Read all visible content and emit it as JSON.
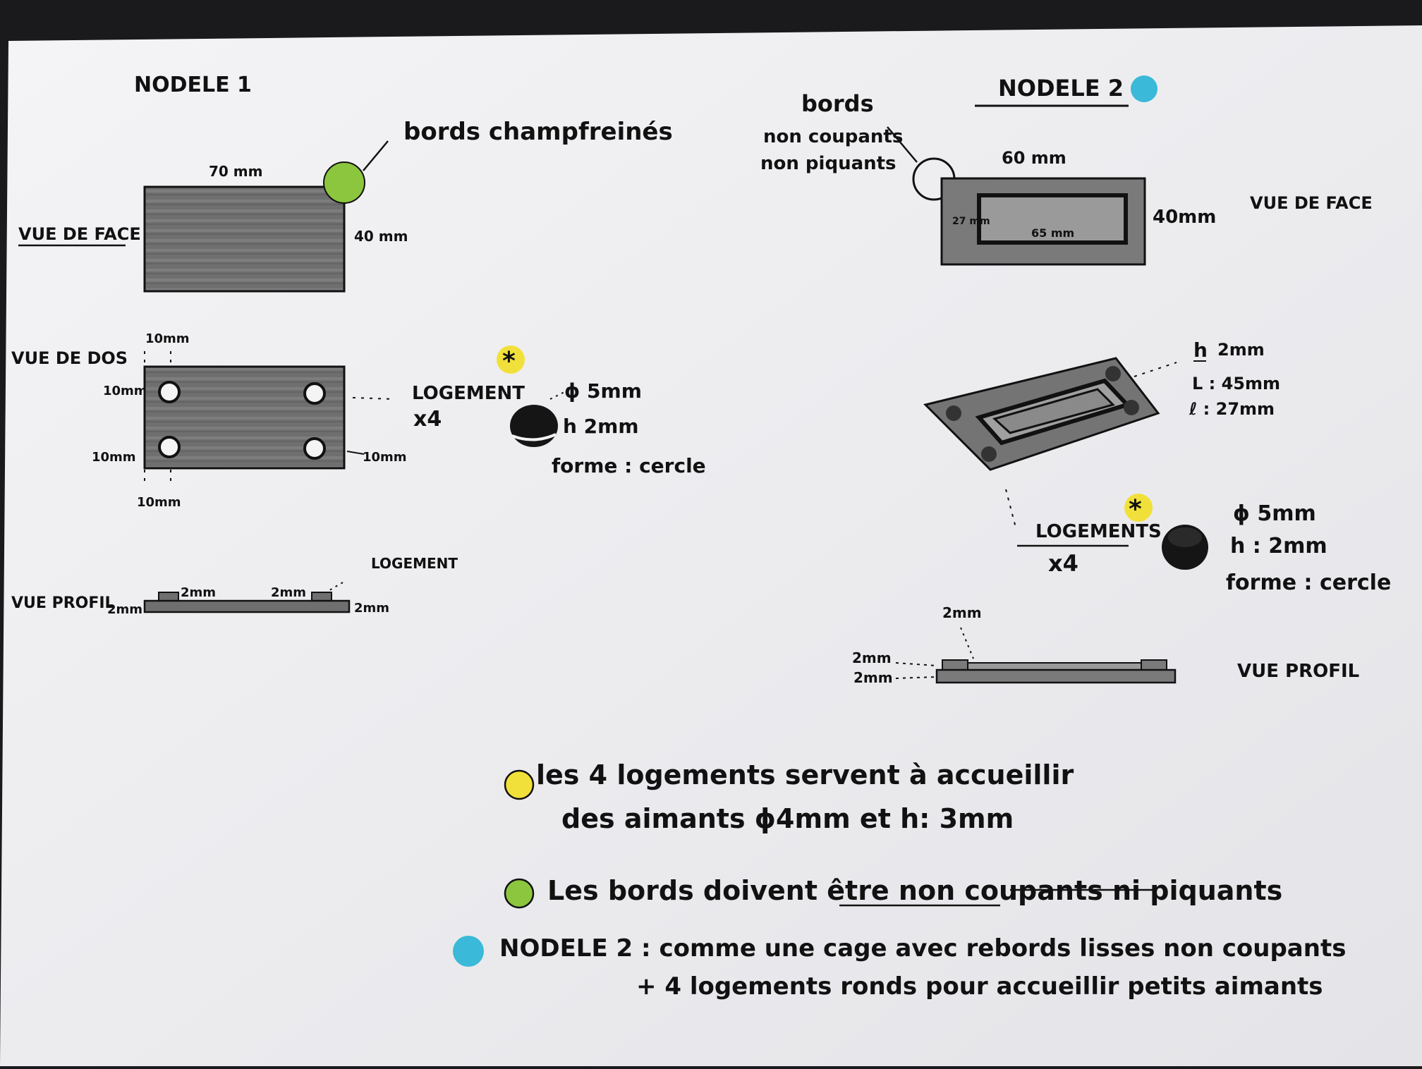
{
  "model1": {
    "title": "NODELE 1",
    "front": {
      "label": "VUE DE FACE",
      "width_label": "70 mm",
      "height_label": "40 mm",
      "callout": "bords champfreinés",
      "callout_color": "#8cc63f"
    },
    "back": {
      "label": "VUE DE DOS",
      "dim_top": "10mm",
      "dim_left_top": "10mm",
      "dim_left_bottom": "10mm",
      "dim_bottom": "10mm",
      "dim_right": "10mm",
      "housing_label": "LOGEMENT",
      "housing_count": "x4",
      "star": "*",
      "star_color": "#f2e03a",
      "magnet_diameter": "ϕ 5mm",
      "magnet_height": "h 2mm",
      "magnet_shape": "forme : cercle"
    },
    "profile": {
      "label": "VUE PROFIL",
      "left_height": "2mm",
      "top_left": "2mm",
      "top_right": "2mm",
      "right_height": "2mm",
      "housing_label": "LOGEMENT"
    }
  },
  "model2": {
    "title": "NODELE 2",
    "marker_color": "#3bb9d8",
    "edges_title": "bords",
    "edges_line1": "non coupants",
    "edges_line2": "non piquants",
    "front": {
      "label": "VUE DE FACE",
      "width_label": "60 mm",
      "height_label": "40mm",
      "inner_height": "27 mm",
      "inner_width": "65 mm"
    },
    "iso": {
      "h": "h",
      "h_value": "2mm",
      "L": "L : 45mm",
      "l": "ℓ : 27mm"
    },
    "housings": {
      "label": "LOGEMENTS",
      "count": "x4",
      "star": "*",
      "star_color": "#f2e03a",
      "magnet_diameter": "ϕ 5mm",
      "magnet_height": "h : 2mm",
      "magnet_shape": "forme : cercle"
    },
    "profile": {
      "label": "VUE PROFIL",
      "top": "2mm",
      "left_upper": "2mm",
      "left_lower": "2mm"
    }
  },
  "notes": [
    {
      "marker_color": "#f2e03a",
      "line1": "les 4 logements servent à accueillir",
      "line2": "des aimants ϕ4mm et h: 3mm"
    },
    {
      "marker_color": "#8cc63f",
      "line1": "Les bords doivent être non coupants ni piquants"
    },
    {
      "marker_color": "#3bb9d8",
      "line1": "NODELE 2 : comme une cage avec rebords lisses non coupants",
      "line2": "+ 4 logements ronds pour accueillir petits aimants"
    }
  ]
}
